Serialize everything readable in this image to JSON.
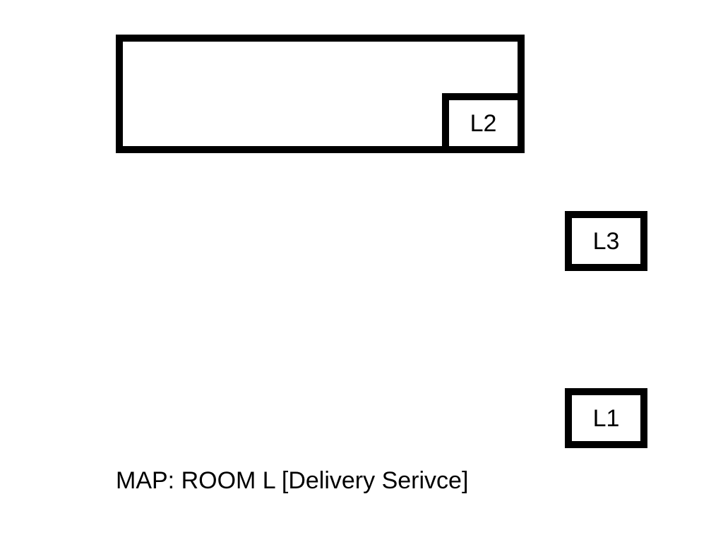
{
  "map": {
    "caption": "MAP: ROOM L [Delivery Serivce]",
    "locations": [
      {
        "id": "L1",
        "label": "L1"
      },
      {
        "id": "L2",
        "label": "L2"
      },
      {
        "id": "L3",
        "label": "L3"
      }
    ]
  },
  "colors": {
    "background": "#ffffff",
    "outline": "#000000",
    "text": "#000000"
  }
}
